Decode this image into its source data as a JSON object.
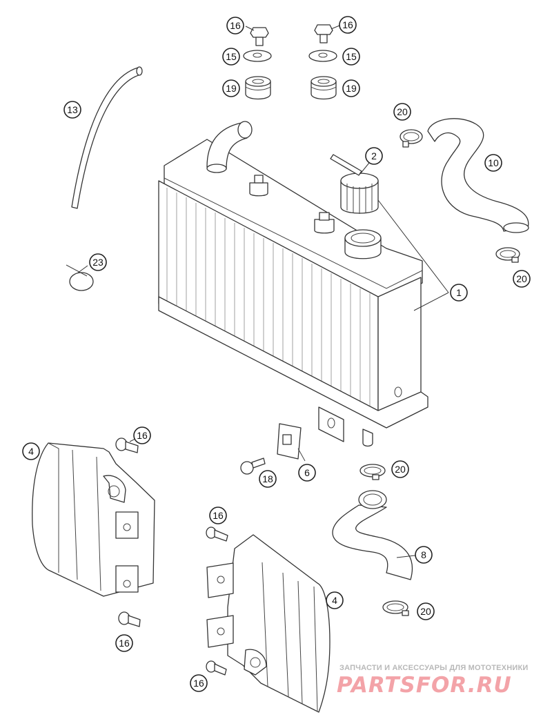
{
  "callouts": [
    {
      "label": "16"
    },
    {
      "label": "16"
    },
    {
      "label": "15"
    },
    {
      "label": "15"
    },
    {
      "label": "19"
    },
    {
      "label": "19"
    },
    {
      "label": "13"
    },
    {
      "label": "2"
    },
    {
      "label": "20"
    },
    {
      "label": "10"
    },
    {
      "label": "20"
    },
    {
      "label": "1"
    },
    {
      "label": "23"
    },
    {
      "label": "4"
    },
    {
      "label": "16"
    },
    {
      "label": "18"
    },
    {
      "label": "6"
    },
    {
      "label": "20"
    },
    {
      "label": "16"
    },
    {
      "label": "8"
    },
    {
      "label": "4"
    },
    {
      "label": "20"
    },
    {
      "label": "16"
    },
    {
      "label": "16"
    }
  ],
  "watermark": {
    "tagline": "ЗАПЧАСТИ И АКСЕССУАРЫ ДЛЯ МОТОТЕХНИКИ",
    "logo": "PARTSFOR.RU",
    "color": "#f3a3a8"
  }
}
